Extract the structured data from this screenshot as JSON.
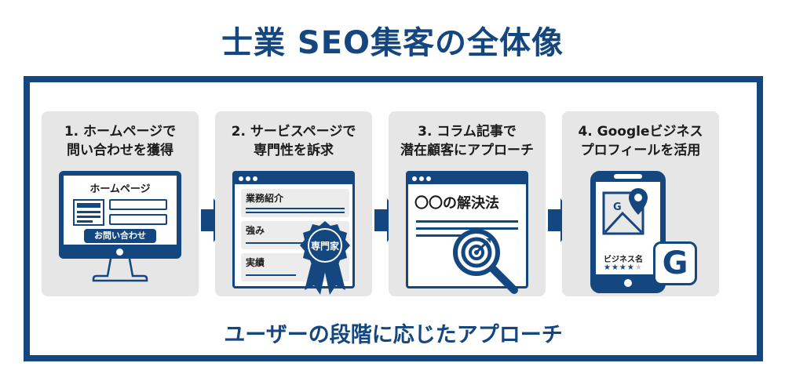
{
  "title": "士業 SEO集客の全体像",
  "caption": "ユーザーの段階に応じたアプローチ",
  "colors": {
    "primary": "#14467f",
    "panel_bg": "#e6e6e6",
    "star_off": "#c8c8c8"
  },
  "steps": [
    {
      "line1": "1. ホームページで",
      "line2": "問い合わせを獲得",
      "illustration": "monitor-icon",
      "screen_title": "ホームページ",
      "button_label": "お問い合わせ"
    },
    {
      "line1": "2. サービスページで",
      "line2": "専門性を訴求",
      "illustration": "browser-window-icon",
      "rows": [
        "業務紹介",
        "強み",
        "実績"
      ],
      "badge_label": "専門家"
    },
    {
      "line1": "3. コラム記事で",
      "line2": "潜在顧客にアプローチ",
      "illustration": "browser-window-icon",
      "article_title": "〇〇の解決法",
      "overlay_icon": "magnifier-target-icon"
    },
    {
      "line1": "4. Googleビジネス",
      "line2": "プロフィールを活用",
      "illustration": "smartphone-icon",
      "map_letter": "G",
      "business_name": "ビジネス名",
      "rating_filled": "★★★★",
      "rating_empty": "★",
      "google_badge": "G"
    }
  ],
  "arrows": [
    "arrow-right-icon",
    "arrow-right-icon",
    "arrow-right-icon"
  ]
}
